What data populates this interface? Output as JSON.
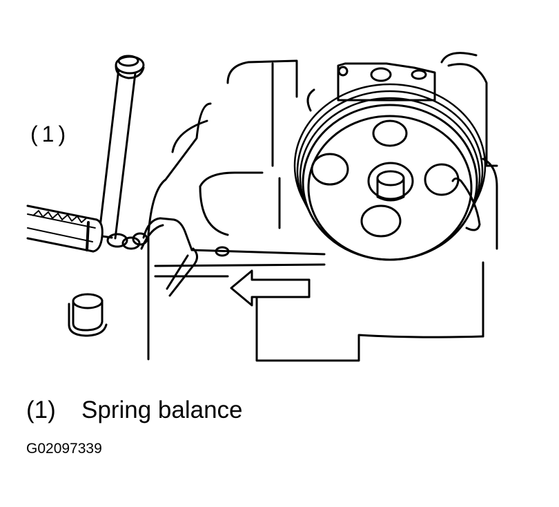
{
  "callout": {
    "number": "(1)"
  },
  "legend": {
    "items": [
      {
        "number": "(1)",
        "label": "Spring balance"
      }
    ]
  },
  "figure": {
    "id": "G02097339"
  },
  "colors": {
    "ink": "#000000",
    "paper": "#ffffff"
  }
}
